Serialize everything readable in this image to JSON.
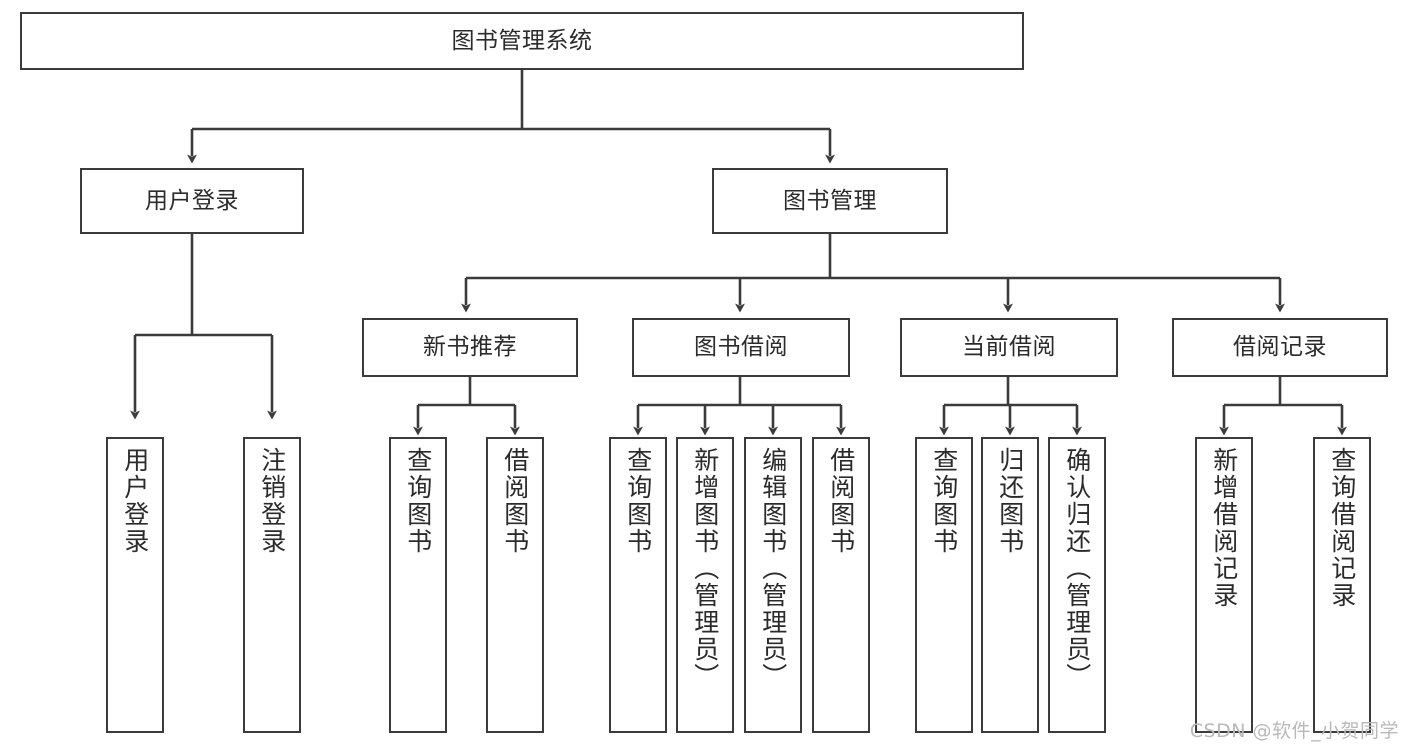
{
  "diagram": {
    "title": "图书管理系统",
    "type": "function-structure-tree",
    "root": {
      "label": "图书管理系统"
    },
    "level2": [
      {
        "label": "用户登录"
      },
      {
        "label": "图书管理"
      }
    ],
    "level3": [
      {
        "label": "新书推荐"
      },
      {
        "label": "图书借阅"
      },
      {
        "label": "当前借阅"
      },
      {
        "label": "借阅记录"
      }
    ],
    "leaves": {
      "user_login": [
        {
          "label": "用户登录"
        },
        {
          "label": "注销登录"
        }
      ],
      "new_book": [
        {
          "label": "查询图书"
        },
        {
          "label": "借阅图书"
        }
      ],
      "book_borrow": [
        {
          "label": "查询图书"
        },
        {
          "label": "新增图书（管理员）"
        },
        {
          "label": "编辑图书（管理员）"
        },
        {
          "label": "借阅图书"
        }
      ],
      "current_borrow": [
        {
          "label": "查询图书"
        },
        {
          "label": "归还图书"
        },
        {
          "label": "确认归还（管理员）"
        }
      ],
      "borrow_record": [
        {
          "label": "新增借阅记录"
        },
        {
          "label": "查询借阅记录"
        }
      ]
    }
  },
  "watermark": {
    "text": "CSDN @软件_小贺同学"
  },
  "colors": {
    "stroke": "#3b3b3b",
    "background": "#ffffff",
    "text": "#2b2b2b",
    "watermark": "#b9b9b9"
  }
}
